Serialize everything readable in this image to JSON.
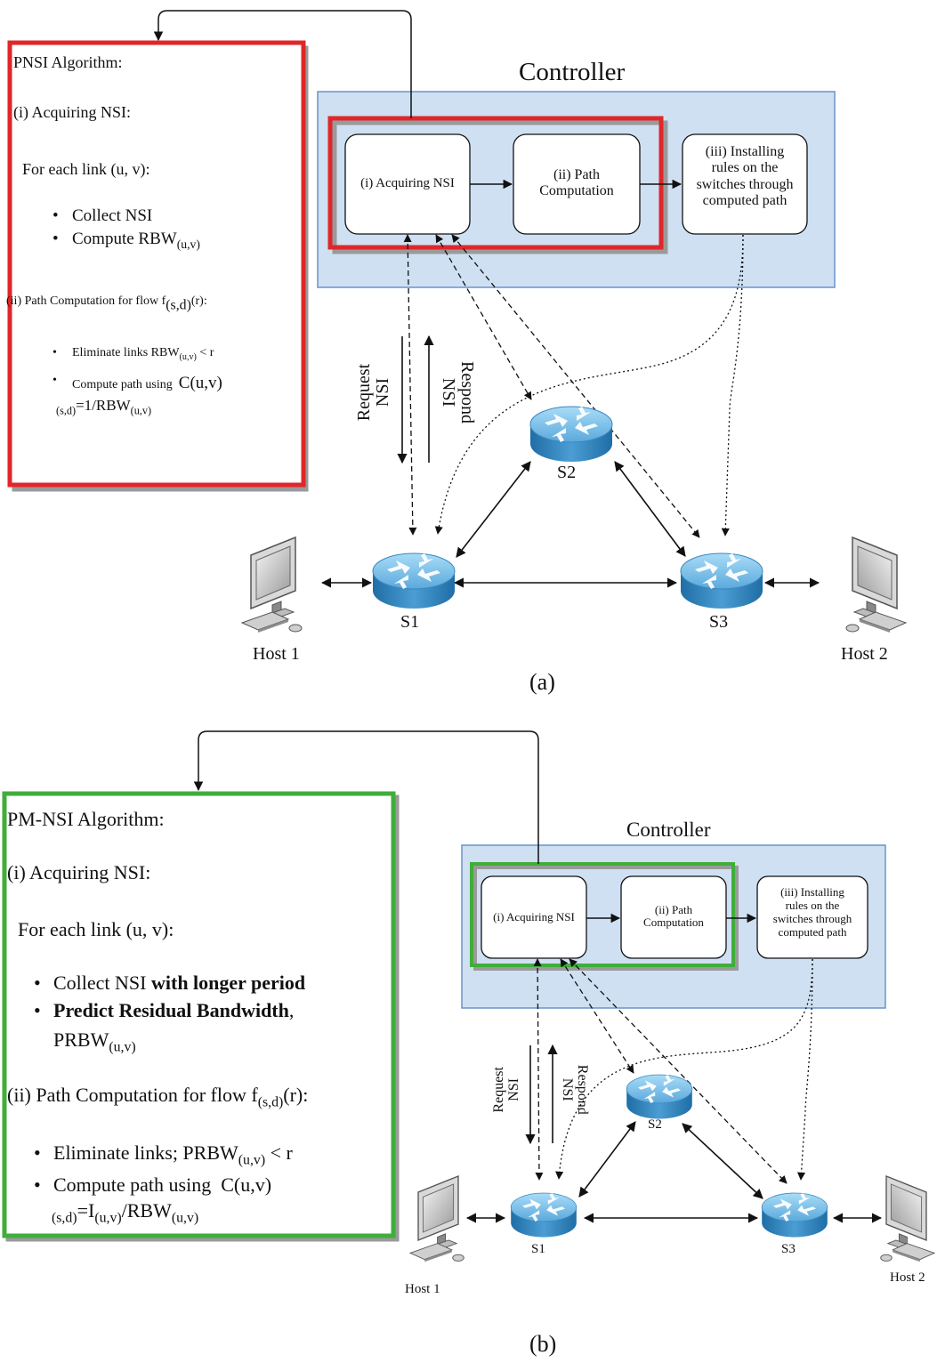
{
  "panel_a": {
    "caption": "(a)",
    "controller": {
      "title": "Controller",
      "box1": "(i) Acquiring NSI",
      "box2_line1": "(ii) Path",
      "box2_line2": "Computation",
      "box3_line1": "(iii) Installing",
      "box3_line2": "rules on the",
      "box3_line3": "switches through",
      "box3_line4": "computed path"
    },
    "algorithm": {
      "title": "PNSI Algorithm:",
      "step1": "(i) Acquiring NSI:",
      "for_each": "For each link (u, v):",
      "b1": "Collect NSI",
      "b2_pre": "Compute RBW",
      "b2_sub": "(u,v)",
      "step2_pre": "(ii) Path Computation for flow f",
      "step2_sub": "(s,d)",
      "step2_post": "(r):",
      "b3_pre": "Eliminate links RBW",
      "b3_sub": "(u,v)",
      "b3_post": " < r",
      "b4_pre": "Compute path using",
      "b4_c": "C(u,v)",
      "b4_sub": "(s,d)",
      "b4_post": "=1/RBW",
      "b4_sub2": "(u,v)"
    },
    "labels": {
      "request": "Request",
      "request2": "NSI",
      "respond": "Respond",
      "respond2": "NSI",
      "s1": "S1",
      "s2": "S2",
      "s3": "S3",
      "host1": "Host 1",
      "host2": "Host 2"
    }
  },
  "panel_b": {
    "caption": "(b)",
    "controller": {
      "title": "Controller",
      "box1": "(i) Acquiring NSI",
      "box2_line1": "(ii) Path",
      "box2_line2": "Computation",
      "box3_line1": "(iii) Installing",
      "box3_line2": "rules on the",
      "box3_line3": "switches through",
      "box3_line4": "computed path"
    },
    "algorithm": {
      "title": "PM-NSI Algorithm:",
      "step1": "(i) Acquiring NSI:",
      "for_each": "For each link (u, v):",
      "b1_pre": "Collect NSI ",
      "b1_bold": "with longer period",
      "b2_bold": "Predict Residual Bandwidth",
      "b2_post": ",",
      "b2_line2": "PRBW",
      "b2_sub": "(u,v)",
      "step2_pre": "(ii) Path Computation for flow f",
      "step2_sub": "(s,d)",
      "step2_post": "(r):",
      "b3_pre": "Eliminate links; PRBW",
      "b3_sub": "(u,v)",
      "b3_post": " < r",
      "b4_pre": "Compute path using",
      "b4_c": "C(u,v)",
      "b4_sub": "(s,d)",
      "b4_mid": "=I",
      "b4_sub2": "(u,v)",
      "b4_post": "/RBW",
      "b4_sub3": "(u,v)"
    },
    "labels": {
      "request": "Request",
      "request2": "NSI",
      "respond": "Respond",
      "respond2": "NSI",
      "s1": "S1",
      "s2": "S2",
      "s3": "S3",
      "host1": "Host 1",
      "host2": "Host 2"
    }
  },
  "colors": {
    "controller_fill": "#cfe0f3",
    "controller_stroke": "#6a93c8",
    "highlight_a": "#e0262a",
    "highlight_b": "#3fae3a",
    "router_top": "#7fc4ea",
    "router_side": "#2a7fb8"
  },
  "icons": {
    "router": "router-icon",
    "host": "desktop-computer-icon"
  }
}
